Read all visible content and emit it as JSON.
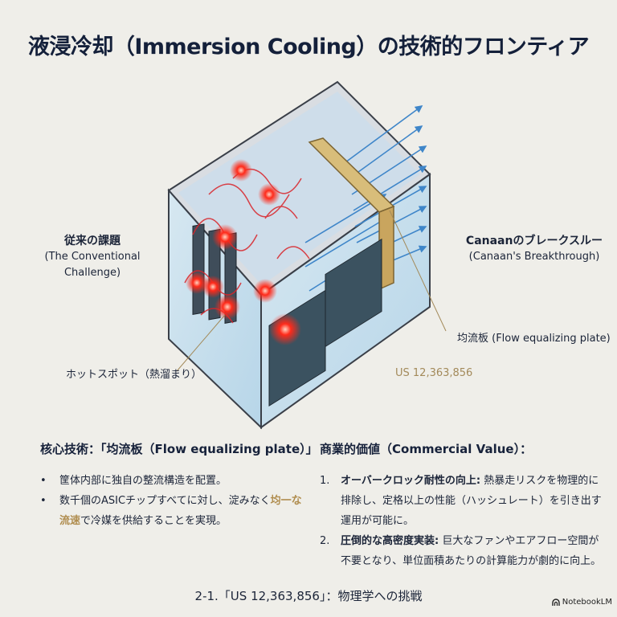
{
  "title": "液浸冷却（Immersion Cooling）の技術的フロンティア",
  "illustration": {
    "left_label": {
      "jp": "従来の課題",
      "en": "(The Conventional Challenge)"
    },
    "right_label": {
      "jp": "Canaanのブレークスルー",
      "en": "(Canaan's Breakthrough)"
    },
    "callout_hotspot": "ホットスポット（熱溜まり）",
    "callout_plate": "均流板 (Flow equalizing plate)",
    "patent_number": "US 12,363,856",
    "colors": {
      "heat": "#d9242a",
      "flow": "#4a90d0",
      "plate": "#c9a55e",
      "tank": "#8b9098"
    }
  },
  "core_tech": {
    "heading": "核心技術：「均流板（Flow equalizing plate）」",
    "bullets": [
      {
        "text": "筐体内部に独自の整流構造を配置。"
      },
      {
        "pre": "数千個のASICチップすべてに対し、淀みなく",
        "highlight": "均一な流速",
        "post": "で冷媒を供給することを実現。"
      }
    ]
  },
  "commercial": {
    "heading": "商業的価値（Commercial Value）：",
    "items": [
      {
        "num": "1.",
        "bold": "オーバークロック耐性の向上:",
        "text": " 熱暴走リスクを物理的に排除し、定格以上の性能（ハッシュレート）を引き出す運用が可能に。"
      },
      {
        "num": "2.",
        "bold": "圧倒的な高密度実装:",
        "text": " 巨大なファンやエアフロー空間が不要となり、単位面積あたりの計算能力が劇的に向上。"
      }
    ]
  },
  "footer": "2-1.「US 12,363,856」：物理学への挑戦",
  "brand": "NotebookLM"
}
